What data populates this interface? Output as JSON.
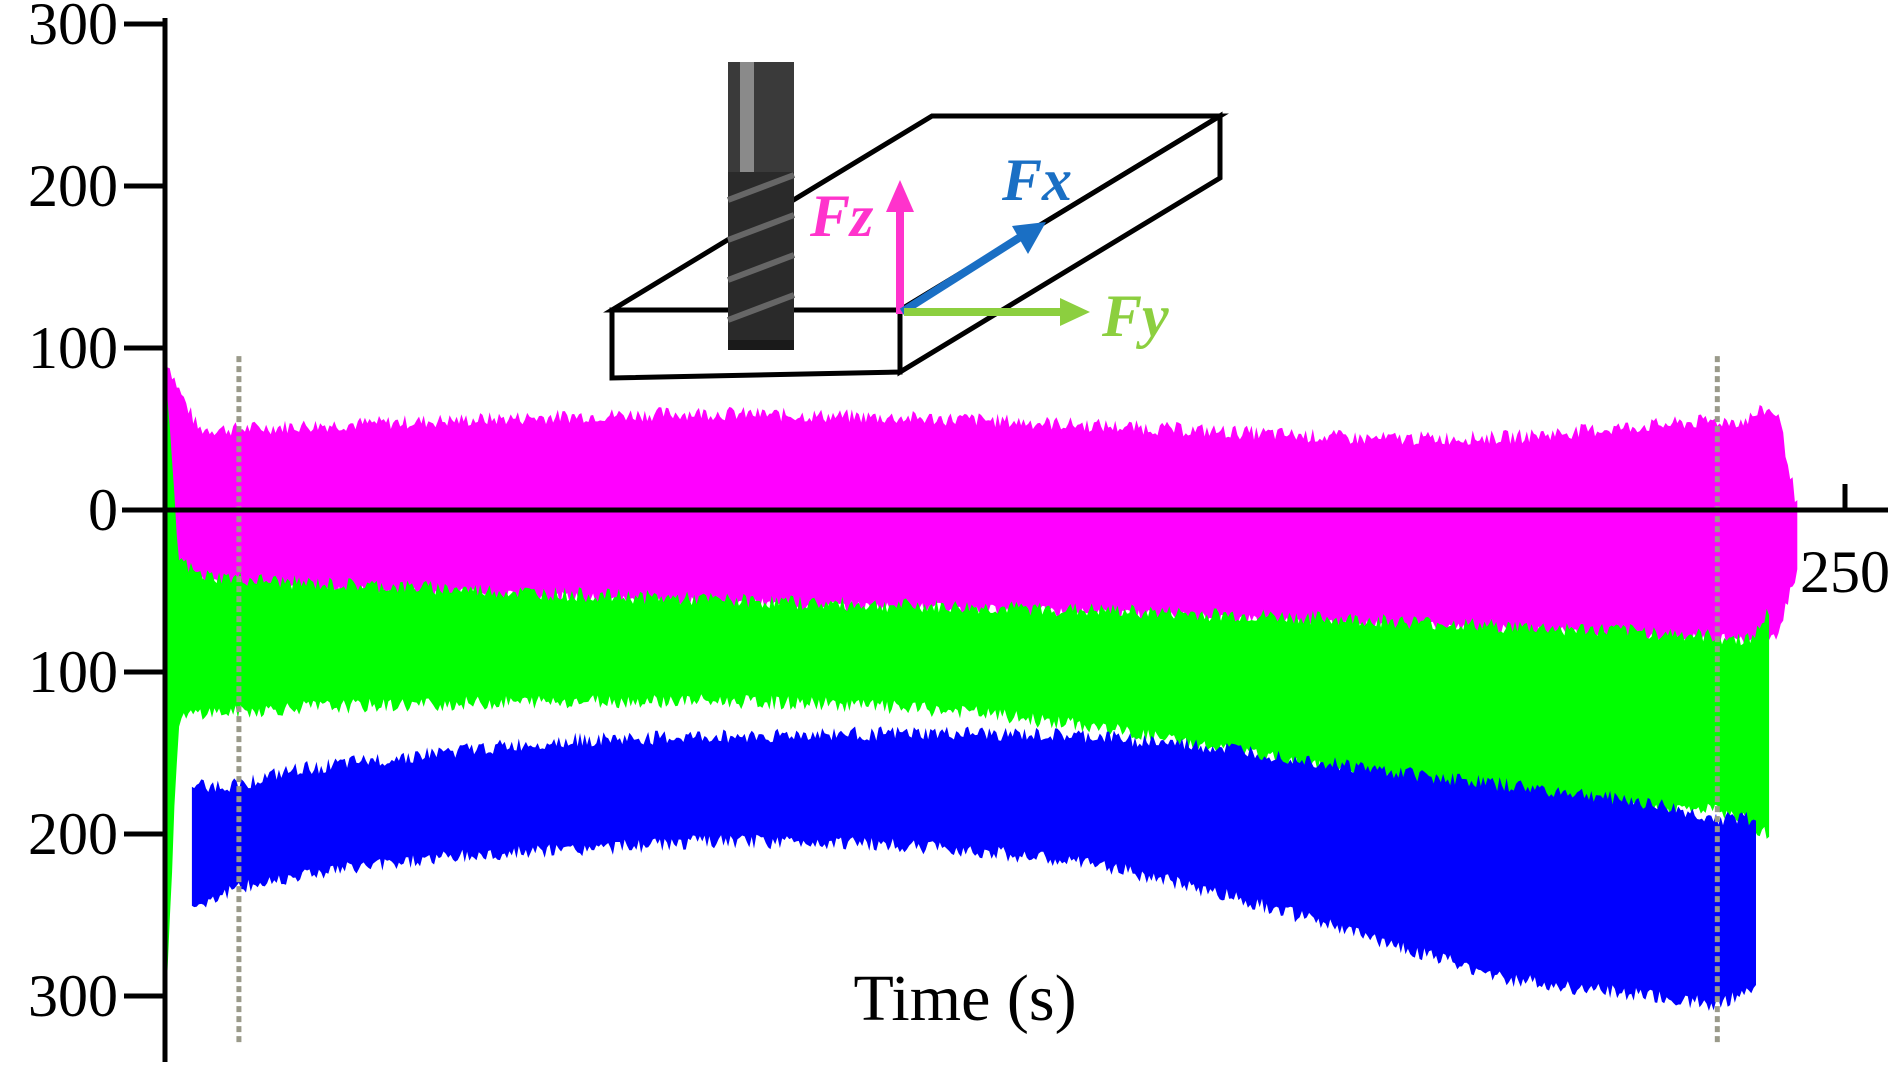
{
  "chart_data": {
    "type": "area",
    "title": "",
    "xlabel": "Time (s)",
    "ylabel": "",
    "xlim": [
      0,
      250
    ],
    "ylim": [
      -330,
      330
    ],
    "x_ticks": [
      250
    ],
    "x_tick_labels": [
      "250"
    ],
    "y_ticks": [
      300,
      200,
      100,
      0,
      -100,
      -200,
      -300
    ],
    "y_tick_labels": [
      "300",
      "200",
      "100",
      "0",
      "100",
      "200",
      "300"
    ],
    "reference_lines_x": [
      11,
      231
    ],
    "grid": false,
    "legend": "inset diagram",
    "series": [
      {
        "name": "Fz",
        "color": "#ff00ff",
        "x": [
          0,
          2,
          5,
          10,
          20,
          40,
          60,
          80,
          100,
          120,
          140,
          160,
          180,
          200,
          220,
          230,
          235,
          238,
          240,
          243
        ],
        "upper": [
          95,
          75,
          50,
          50,
          52,
          55,
          58,
          60,
          58,
          56,
          52,
          48,
          44,
          45,
          52,
          55,
          55,
          62,
          60,
          0
        ],
        "lower": [
          -45,
          -45,
          -45,
          -48,
          -50,
          -52,
          -55,
          -58,
          -60,
          -62,
          -65,
          -68,
          -72,
          -75,
          -78,
          -80,
          -82,
          -80,
          -75,
          -35
        ]
      },
      {
        "name": "Fy",
        "color": "#00ff00",
        "x": [
          0,
          2,
          5,
          10,
          20,
          40,
          60,
          80,
          100,
          120,
          140,
          160,
          180,
          200,
          220,
          230,
          235,
          237,
          239
        ],
        "upper": [
          90,
          -30,
          -40,
          -42,
          -45,
          -48,
          -52,
          -55,
          -58,
          -60,
          -62,
          -65,
          -68,
          -72,
          -75,
          -78,
          -80,
          -75,
          -60
        ],
        "lower": [
          -320,
          -130,
          -125,
          -125,
          -122,
          -120,
          -118,
          -118,
          -120,
          -125,
          -135,
          -150,
          -165,
          -180,
          -185,
          -185,
          -190,
          -200,
          -200
        ]
      },
      {
        "name": "Fx",
        "color": "#0000ff",
        "x": [
          4,
          10,
          20,
          40,
          60,
          80,
          100,
          120,
          140,
          160,
          180,
          200,
          220,
          230,
          235,
          237
        ],
        "upper": [
          -170,
          -170,
          -160,
          -150,
          -142,
          -140,
          -138,
          -138,
          -140,
          -148,
          -160,
          -170,
          -180,
          -190,
          -190,
          -195
        ],
        "lower": [
          -245,
          -235,
          -225,
          -215,
          -210,
          -205,
          -205,
          -210,
          -220,
          -240,
          -265,
          -290,
          -300,
          -305,
          -300,
          -290
        ]
      }
    ]
  },
  "inset": {
    "labels": {
      "fz": "Fz",
      "fx": "Fx",
      "fy": "Fy"
    },
    "colors": {
      "fz": "#ff33cc",
      "fx": "#1a6fc4",
      "fy": "#8ccf3f",
      "tool": "#2b2b2b"
    }
  }
}
